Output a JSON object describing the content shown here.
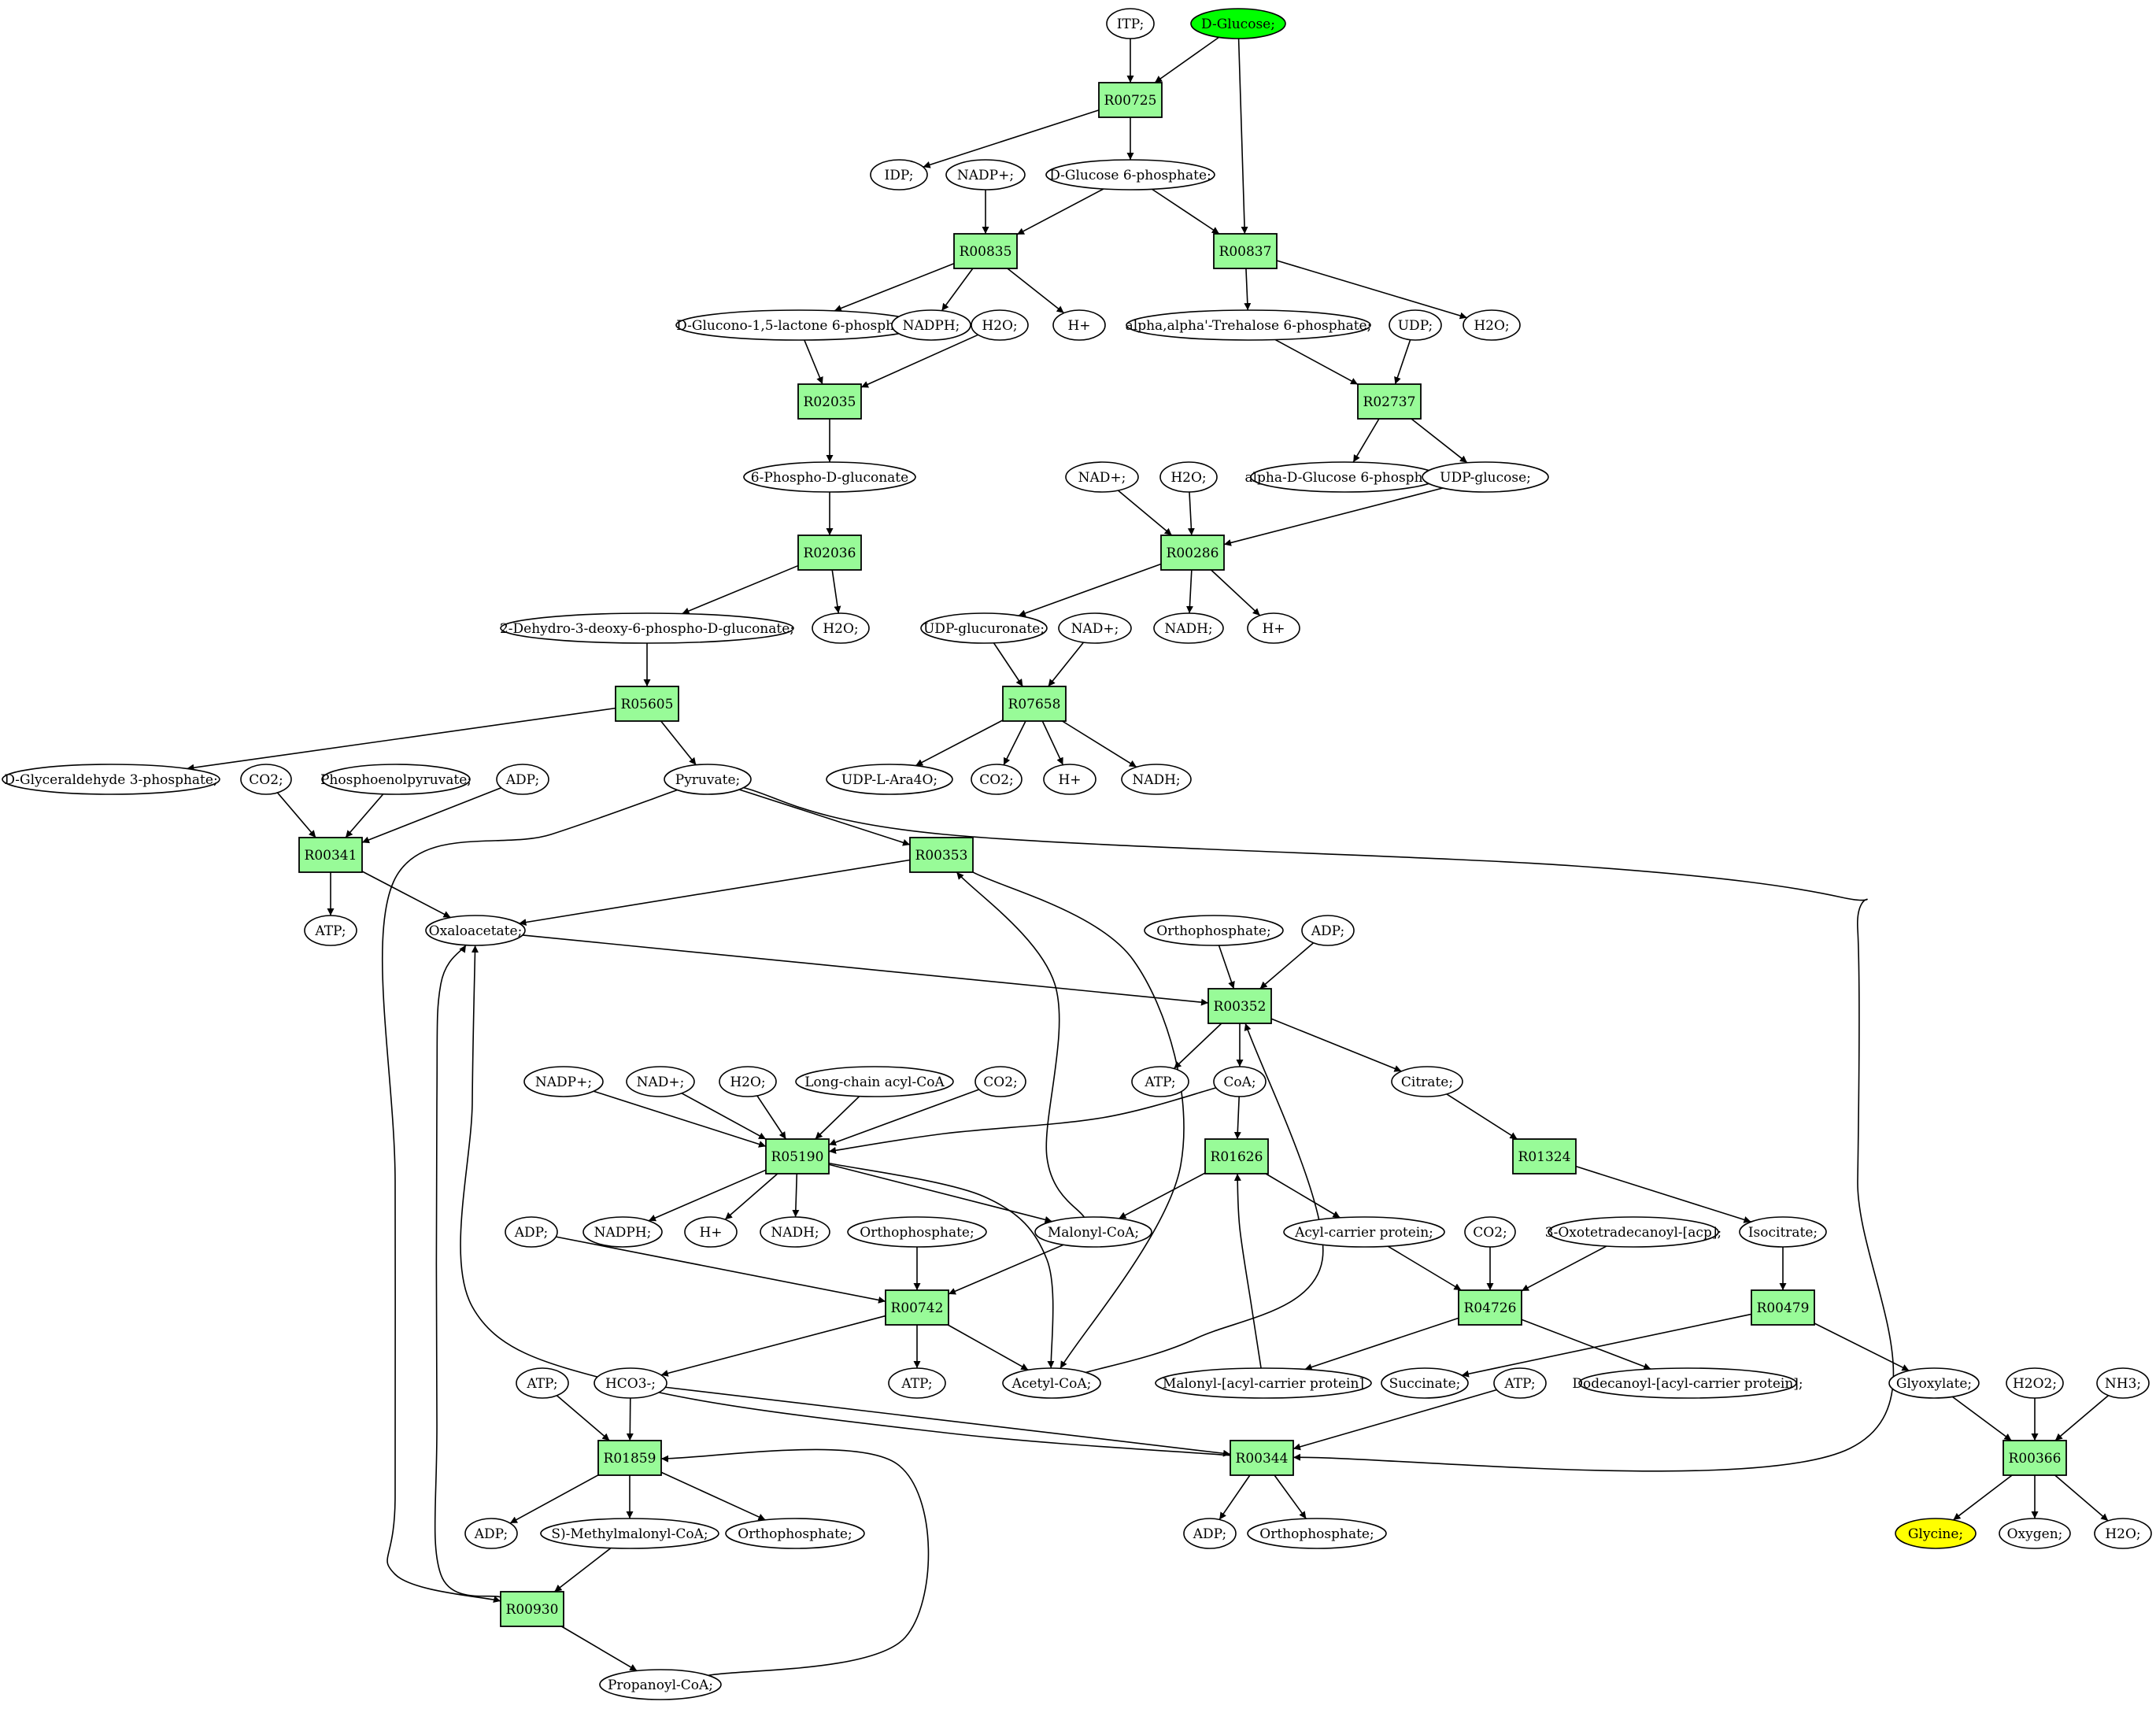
{
  "colors": {
    "reaction": "#98fb98",
    "compound": "#ffffff",
    "source": "#00ff00",
    "target": "#ffff00",
    "line": "#000000"
  },
  "reactions": [
    "R00725",
    "R00835",
    "R00837",
    "R02035",
    "R02737",
    "R02036",
    "R00286",
    "R05605",
    "R07658",
    "R00341",
    "R00353",
    "R00352",
    "R05190",
    "R01626",
    "R01324",
    "R00742",
    "R04726",
    "R00479",
    "R01859",
    "R00344",
    "R00366",
    "R00930"
  ],
  "compounds": [
    {
      "id": "itp",
      "label": "ITP;"
    },
    {
      "id": "dglucose",
      "label": "D-Glucose;",
      "role": "source"
    },
    {
      "id": "idp",
      "label": "IDP;"
    },
    {
      "id": "nadp1",
      "label": "NADP+;"
    },
    {
      "id": "g6p",
      "label": "D-Glucose 6-phosphate;"
    },
    {
      "id": "gluconolactone",
      "label": "D-Glucono-1,5-lactone 6-phosphate;"
    },
    {
      "id": "nadph1",
      "label": "NADPH;"
    },
    {
      "id": "h2o_a",
      "label": "H2O;"
    },
    {
      "id": "hplus_a",
      "label": "H+"
    },
    {
      "id": "trehalose6p",
      "label": "alpha,alpha'-Trehalose 6-phosphate;"
    },
    {
      "id": "udp",
      "label": "UDP;"
    },
    {
      "id": "h2o_b",
      "label": "H2O;"
    },
    {
      "id": "phosphogluconate",
      "label": "6-Phospho-D-gluconate"
    },
    {
      "id": "adglucose6p",
      "label": "alpha-D-Glucose 6-phosphate"
    },
    {
      "id": "udpglucose",
      "label": "UDP-glucose;"
    },
    {
      "id": "nad_a",
      "label": "NAD+;"
    },
    {
      "id": "h2o_c",
      "label": "H2O;"
    },
    {
      "id": "kdpg",
      "label": "2-Dehydro-3-deoxy-6-phospho-D-gluconate;"
    },
    {
      "id": "h2o_d",
      "label": "H2O;"
    },
    {
      "id": "udpglucuronate",
      "label": "UDP-glucuronate;"
    },
    {
      "id": "nad_b",
      "label": "NAD+;"
    },
    {
      "id": "nadh_a",
      "label": "NADH;"
    },
    {
      "id": "hplus_b",
      "label": "H+"
    },
    {
      "id": "gap",
      "label": "D-Glyceraldehyde 3-phosphate;"
    },
    {
      "id": "co2_a",
      "label": "CO2;"
    },
    {
      "id": "pep",
      "label": "Phosphoenolpyruvate;"
    },
    {
      "id": "adp_a",
      "label": "ADP;"
    },
    {
      "id": "pyruvate",
      "label": "Pyruvate;"
    },
    {
      "id": "udplara4o",
      "label": "UDP-L-Ara4O;"
    },
    {
      "id": "co2_b",
      "label": "CO2;"
    },
    {
      "id": "hplus_c",
      "label": "H+"
    },
    {
      "id": "nadh_b",
      "label": "NADH;"
    },
    {
      "id": "atp_a",
      "label": "ATP;"
    },
    {
      "id": "oxaloacetate",
      "label": "Oxaloacetate;"
    },
    {
      "id": "orthophosphate_a",
      "label": "Orthophosphate;"
    },
    {
      "id": "adp_b",
      "label": "ADP;"
    },
    {
      "id": "atp_b",
      "label": "ATP;"
    },
    {
      "id": "coa",
      "label": "CoA;"
    },
    {
      "id": "citrate",
      "label": "Citrate;"
    },
    {
      "id": "nadp2",
      "label": "NADP+;"
    },
    {
      "id": "nad_c",
      "label": "NAD+;"
    },
    {
      "id": "h2o_e",
      "label": "H2O;"
    },
    {
      "id": "lcacylcoa",
      "label": "Long-chain acyl-CoA"
    },
    {
      "id": "co2_c",
      "label": "CO2;"
    },
    {
      "id": "nadph2",
      "label": "NADPH;"
    },
    {
      "id": "hplus_d",
      "label": "H+"
    },
    {
      "id": "nadh_c",
      "label": "NADH;"
    },
    {
      "id": "malonylcoa",
      "label": "Malonyl-CoA;"
    },
    {
      "id": "acp",
      "label": "Acyl-carrier protein;"
    },
    {
      "id": "co2_d",
      "label": "CO2;"
    },
    {
      "id": "oxotetradecanoyl",
      "label": "3-Oxotetradecanoyl-[acp];"
    },
    {
      "id": "isocitrate",
      "label": "Isocitrate;"
    },
    {
      "id": "adp_c",
      "label": "ADP;"
    },
    {
      "id": "orthophosphate_b",
      "label": "Orthophosphate;"
    },
    {
      "id": "atp_c",
      "label": "ATP;"
    },
    {
      "id": "acetylcoa",
      "label": "Acetyl-CoA;"
    },
    {
      "id": "malonylacp",
      "label": "Malonyl-[acyl-carrier protein]"
    },
    {
      "id": "succinate",
      "label": "Succinate;"
    },
    {
      "id": "atp_d",
      "label": "ATP;"
    },
    {
      "id": "dodecanoylacp",
      "label": "Dodecanoyl-[acyl-carrier protein];"
    },
    {
      "id": "glyoxylate",
      "label": "Glyoxylate;"
    },
    {
      "id": "h2o2",
      "label": "H2O2;"
    },
    {
      "id": "nh3",
      "label": "NH3;"
    },
    {
      "id": "atp_e",
      "label": "ATP;"
    },
    {
      "id": "hco3",
      "label": "HCO3-;"
    },
    {
      "id": "adp_d",
      "label": "ADP;"
    },
    {
      "id": "smethylmalonylcoa",
      "label": "S)-Methylmalonyl-CoA;"
    },
    {
      "id": "orthophosphate_c",
      "label": "Orthophosphate;"
    },
    {
      "id": "adp_e",
      "label": "ADP;"
    },
    {
      "id": "orthophosphate_d",
      "label": "Orthophosphate;"
    },
    {
      "id": "glycine",
      "label": "Glycine;",
      "role": "target"
    },
    {
      "id": "oxygen",
      "label": "Oxygen;"
    },
    {
      "id": "h2o_f",
      "label": "H2O;"
    },
    {
      "id": "propanoylcoa",
      "label": "Propanoyl-CoA;"
    }
  ],
  "edges": [
    [
      "itp",
      "R00725"
    ],
    [
      "dglucose",
      "R00725"
    ],
    [
      "R00725",
      "idp"
    ],
    [
      "R00725",
      "g6p"
    ],
    [
      "dglucose",
      "R00837"
    ],
    [
      "nadp1",
      "R00835"
    ],
    [
      "g6p",
      "R00835"
    ],
    [
      "g6p",
      "R00837"
    ],
    [
      "R00835",
      "gluconolactone"
    ],
    [
      "R00835",
      "nadph1"
    ],
    [
      "R00835",
      "hplus_a"
    ],
    [
      "R00837",
      "trehalose6p"
    ],
    [
      "R00837",
      "h2o_b"
    ],
    [
      "gluconolactone",
      "R02035"
    ],
    [
      "h2o_a",
      "R02035"
    ],
    [
      "trehalose6p",
      "R02737"
    ],
    [
      "udp",
      "R02737"
    ],
    [
      "R02035",
      "phosphogluconate"
    ],
    [
      "R02737",
      "adglucose6p"
    ],
    [
      "R02737",
      "udpglucose"
    ],
    [
      "phosphogluconate",
      "R02036"
    ],
    [
      "R02036",
      "kdpg"
    ],
    [
      "R02036",
      "h2o_d"
    ],
    [
      "nad_a",
      "R00286"
    ],
    [
      "h2o_c",
      "R00286"
    ],
    [
      "udpglucose",
      "R00286"
    ],
    [
      "R00286",
      "udpglucuronate"
    ],
    [
      "R00286",
      "nadh_a"
    ],
    [
      "R00286",
      "hplus_b"
    ],
    [
      "kdpg",
      "R05605"
    ],
    [
      "R05605",
      "gap"
    ],
    [
      "R05605",
      "pyruvate"
    ],
    [
      "udpglucuronate",
      "R07658"
    ],
    [
      "nad_b",
      "R07658"
    ],
    [
      "R07658",
      "udplara4o"
    ],
    [
      "R07658",
      "co2_b"
    ],
    [
      "R07658",
      "hplus_c"
    ],
    [
      "R07658",
      "nadh_b"
    ],
    [
      "co2_a",
      "R00341"
    ],
    [
      "pep",
      "R00341"
    ],
    [
      "adp_a",
      "R00341"
    ],
    [
      "R00341",
      "atp_a"
    ],
    [
      "R00341",
      "oxaloacetate"
    ],
    [
      "pyruvate",
      "R00353"
    ],
    [
      "R00353",
      "oxaloacetate"
    ],
    [
      "malonylcoa",
      "R00353"
    ],
    [
      "R00353",
      "acetylcoa"
    ],
    [
      "pyruvate",
      "R00930"
    ],
    [
      "pyruvate",
      "R00344"
    ],
    [
      "oxaloacetate",
      "R00352"
    ],
    [
      "orthophosphate_a",
      "R00352"
    ],
    [
      "adp_b",
      "R00352"
    ],
    [
      "acetylcoa",
      "R00352"
    ],
    [
      "R00352",
      "atp_b"
    ],
    [
      "R00352",
      "coa"
    ],
    [
      "R00352",
      "citrate"
    ],
    [
      "nadp2",
      "R05190"
    ],
    [
      "nad_c",
      "R05190"
    ],
    [
      "h2o_e",
      "R05190"
    ],
    [
      "lcacylcoa",
      "R05190"
    ],
    [
      "co2_c",
      "R05190"
    ],
    [
      "coa",
      "R05190"
    ],
    [
      "R05190",
      "nadph2"
    ],
    [
      "R05190",
      "hplus_d"
    ],
    [
      "R05190",
      "nadh_c"
    ],
    [
      "R05190",
      "malonylcoa"
    ],
    [
      "R05190",
      "acetylcoa"
    ],
    [
      "coa",
      "R01626"
    ],
    [
      "malonylacp",
      "R01626"
    ],
    [
      "R01626",
      "malonylcoa"
    ],
    [
      "R01626",
      "acp"
    ],
    [
      "citrate",
      "R01324"
    ],
    [
      "R01324",
      "isocitrate"
    ],
    [
      "adp_c",
      "R00742"
    ],
    [
      "orthophosphate_b",
      "R00742"
    ],
    [
      "malonylcoa",
      "R00742"
    ],
    [
      "R00742",
      "atp_c"
    ],
    [
      "R00742",
      "acetylcoa"
    ],
    [
      "R00742",
      "hco3"
    ],
    [
      "acp",
      "R04726"
    ],
    [
      "co2_d",
      "R04726"
    ],
    [
      "oxotetradecanoyl",
      "R04726"
    ],
    [
      "R04726",
      "malonylacp"
    ],
    [
      "R04726",
      "dodecanoylacp"
    ],
    [
      "isocitrate",
      "R00479"
    ],
    [
      "R00479",
      "succinate"
    ],
    [
      "R00479",
      "glyoxylate"
    ],
    [
      "glyoxylate",
      "R00366"
    ],
    [
      "h2o2",
      "R00366"
    ],
    [
      "nh3",
      "R00366"
    ],
    [
      "R00366",
      "glycine"
    ],
    [
      "R00366",
      "oxygen"
    ],
    [
      "R00366",
      "h2o_f"
    ],
    [
      "atp_e",
      "R01859"
    ],
    [
      "hco3",
      "R01859"
    ],
    [
      "propanoylcoa",
      "R01859"
    ],
    [
      "R01859",
      "adp_d"
    ],
    [
      "R01859",
      "smethylmalonylcoa"
    ],
    [
      "R01859",
      "orthophosphate_c"
    ],
    [
      "hco3",
      "R00344"
    ],
    [
      "atp_d",
      "R00344"
    ],
    [
      "R00344",
      "oxaloacetate"
    ],
    [
      "R00344",
      "adp_e"
    ],
    [
      "R00344",
      "orthophosphate_d"
    ],
    [
      "smethylmalonylcoa",
      "R00930"
    ],
    [
      "R00930",
      "oxaloacetate"
    ],
    [
      "R00930",
      "propanoylcoa"
    ]
  ]
}
